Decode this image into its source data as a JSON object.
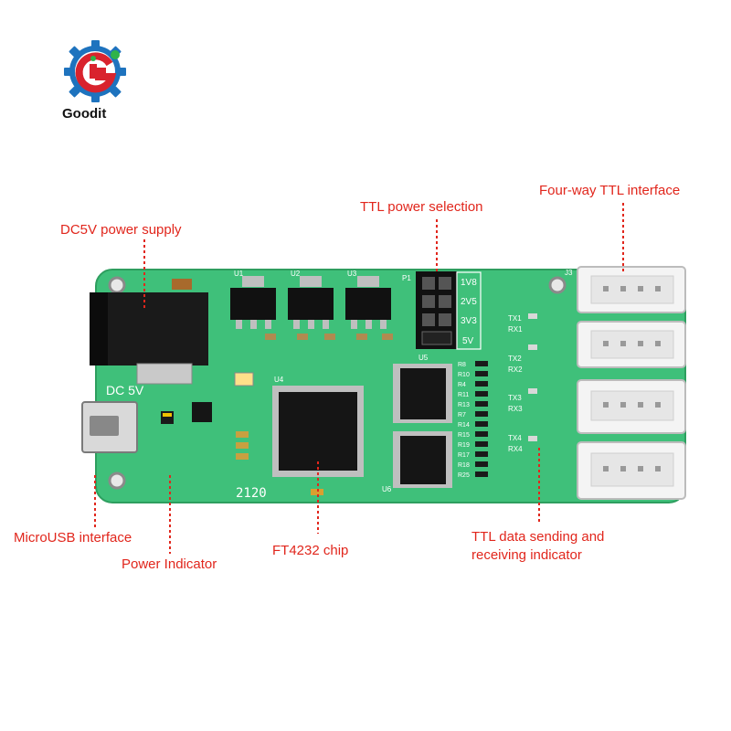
{
  "brand": {
    "name": "Goodit",
    "colors": {
      "red": "#d9232d",
      "blue": "#1e73be",
      "green": "#2fb34a"
    }
  },
  "board_color": "#3fc07a",
  "labels": {
    "dc5v": "DC5V power supply",
    "ttl_power": "TTL power selection",
    "four_way": "Four-way TTL interface",
    "microusb": "MicroUSB interface",
    "power_indicator": "Power Indicator",
    "ft4232": "FT4232 chip",
    "ttl_data_line1": "TTL data sending and",
    "ttl_data_line2": "receiving indicator"
  },
  "silkscreen": {
    "dc5v": "DC 5V",
    "voltages": [
      "1V8",
      "2V5",
      "3V3",
      "5V"
    ],
    "p1": "P1",
    "j3": "J3",
    "date_code": "2120",
    "regulators": [
      "U1",
      "U2",
      "U3"
    ],
    "chips": [
      "U4",
      "U5",
      "U6"
    ],
    "rx_tx": [
      "TX1",
      "RX1",
      "TX2",
      "RX2",
      "TX3",
      "RX3",
      "TX4",
      "RX4"
    ],
    "resistors": [
      "R8",
      "R10",
      "R4",
      "R11",
      "R13",
      "R7",
      "R14",
      "R15",
      "R19",
      "R17",
      "R18",
      "R25"
    ]
  }
}
